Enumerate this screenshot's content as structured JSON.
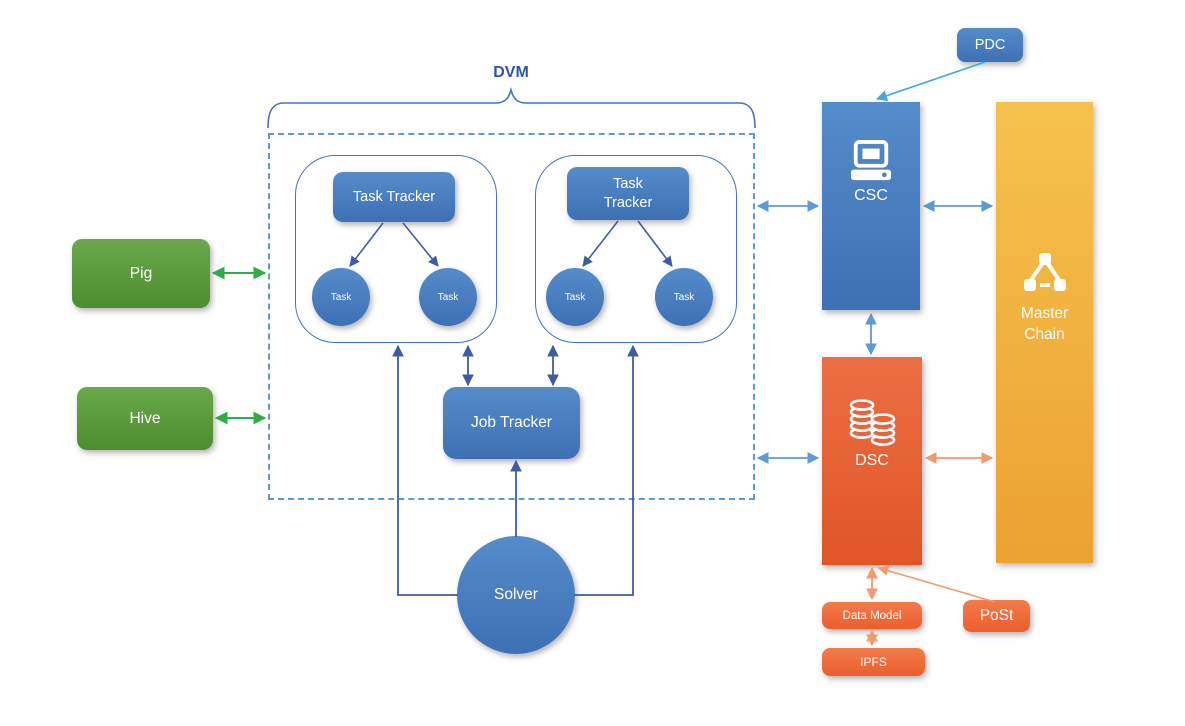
{
  "dvm": {
    "label": "DVM"
  },
  "task_groups": [
    {
      "tracker": "Task Tracker",
      "tasks": [
        "Task",
        "Task"
      ]
    },
    {
      "tracker": "Task Tracker",
      "tasks": [
        "Task",
        "Task"
      ]
    }
  ],
  "job_tracker": {
    "label": "Job Tracker"
  },
  "solver": {
    "label": "Solver"
  },
  "clients": {
    "pig": "Pig",
    "hive": "Hive"
  },
  "nodes": {
    "pdc": "PDC",
    "csc": "CSC",
    "dsc": "DSC",
    "master_chain": "Master Chain",
    "data_model": "Data Model",
    "ipfs": "IPFS",
    "post": "PoSt"
  },
  "icons": {
    "csc": "computer-icon",
    "dsc": "database-icon",
    "master_chain": "network-icon"
  },
  "colors": {
    "blue_node": "#4a7fc1",
    "green_node": "#5a9c3a",
    "orange_node": "#e8643c",
    "amber_node": "#f0ad38",
    "small_orange_node": "#ee6f3e",
    "arrow_dark_blue": "#3c5ca8",
    "arrow_light_blue": "#5b9bd5",
    "arrow_green": "#2eac48",
    "arrow_orange": "#f09a6e",
    "arrow_cyan": "#3fa9e0",
    "dvm_border": "#5b9bd5",
    "dvm_label_text": "#2f55a4"
  }
}
